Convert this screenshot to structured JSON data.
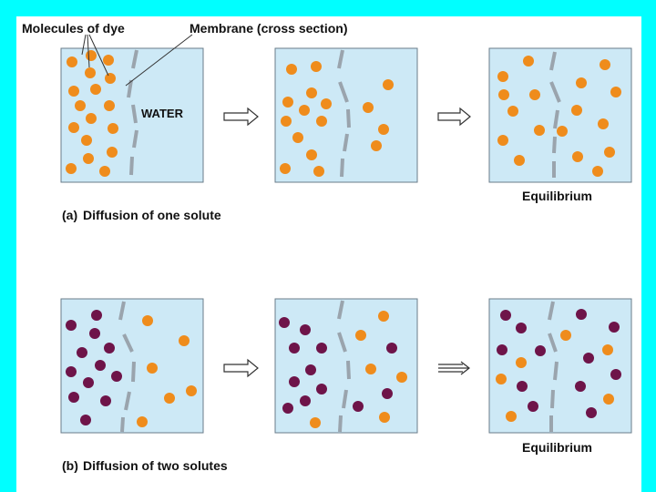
{
  "colors": {
    "border": "#00ffff",
    "water": "#cde9f6",
    "box_stroke": "#6a7c8a",
    "membrane": "#9aa4ad",
    "orange_dye": "#ef8c1c",
    "purple_dye": "#6e1449"
  },
  "labels": {
    "molecules_of_dye": "Molecules of dye",
    "membrane": "Membrane (cross section)",
    "water": "WATER",
    "equilibrium_a": "Equilibrium",
    "caption_a_prefix": "(a)",
    "caption_a": "Diffusion of one solute",
    "equilibrium_b": "Equilibrium",
    "caption_b_prefix": "(b)",
    "caption_b": "Diffusion of two solutes"
  }
}
